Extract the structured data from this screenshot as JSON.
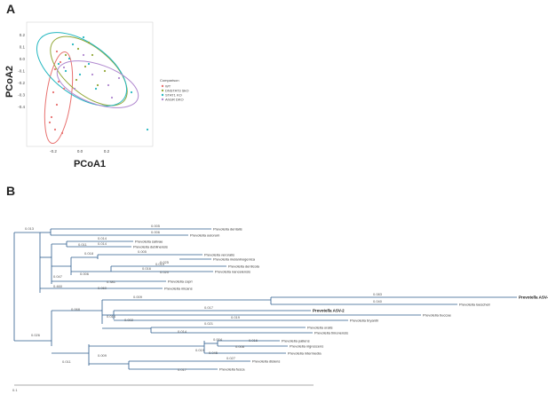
{
  "panel_a": {
    "letter": "A",
    "xlabel": "PCoA1",
    "ylabel": "PCoA2",
    "xticks": [
      "-0.2",
      "0.0",
      "0.2"
    ],
    "yticks": [
      "0.2",
      "0.1",
      "0.0",
      "-0.1",
      "-0.2",
      "-0.3",
      "-0.4"
    ],
    "legend_title": "Comparison",
    "groups": [
      {
        "name": "WT",
        "color": "#e8716f"
      },
      {
        "name": "DNSTAT3 SkO",
        "color": "#93a83a"
      },
      {
        "name": "STAT1 KO",
        "color": "#24b7c0"
      },
      {
        "name": "AhGR DKO",
        "color": "#b088cf"
      }
    ]
  },
  "panel_b": {
    "letter": "B",
    "scale_label": "0.1",
    "tree_color": "#2d5e8e",
    "leaves": [
      {
        "name": "Prevotella dentalis",
        "bold": false
      },
      {
        "name": "Prevotella oulorum",
        "bold": false
      },
      {
        "name": "Prevotella salivae",
        "bold": false
      },
      {
        "name": "Prevotella dublinensis",
        "bold": false
      },
      {
        "name": "Prevotella veroralis",
        "bold": false
      },
      {
        "name": "Prevotella melaninogenica",
        "bold": false
      },
      {
        "name": "Prevotella denticola",
        "bold": false
      },
      {
        "name": "Prevotella nanceiensis",
        "bold": false
      },
      {
        "name": "Prevotella copri",
        "bold": false
      },
      {
        "name": "Prevotella micans",
        "bold": false
      },
      {
        "name": "Prevotella ASV-1",
        "bold": true
      },
      {
        "name": "Prevotella loescheii",
        "bold": false
      },
      {
        "name": "Prevotella ASV-2",
        "bold": true
      },
      {
        "name": "Prevotella buccae",
        "bold": false
      },
      {
        "name": "Prevotella bryantii",
        "bold": false
      },
      {
        "name": "Prevotella oralis",
        "bold": false
      },
      {
        "name": "Prevotella timonensis",
        "bold": false
      },
      {
        "name": "Prevotella pallens",
        "bold": false
      },
      {
        "name": "Prevotella nigrescens",
        "bold": false
      },
      {
        "name": "Prevotella intermedia",
        "bold": false
      },
      {
        "name": "Prevotella disiens",
        "bold": false
      },
      {
        "name": "Prevotella fusca",
        "bold": false
      }
    ],
    "branch_labels": [
      "0.005",
      "0.006",
      "0.013",
      "0.014",
      "0.011",
      "0.014",
      "0.018",
      "0.005",
      "0.025",
      "0.016",
      "0.015",
      "0.020",
      "0.006",
      "0.047",
      "0.381",
      "0.060",
      "0.460",
      "0.068",
      "0.083",
      "0.009",
      "0.040",
      "0.017",
      "0.014",
      "0.002",
      "0.019",
      "0.021",
      "0.014",
      "0.026",
      "0.004",
      "0.016",
      "0.008",
      "0.019",
      "0.045",
      "0.009",
      "0.027",
      "0.011",
      "0.017"
    ]
  }
}
